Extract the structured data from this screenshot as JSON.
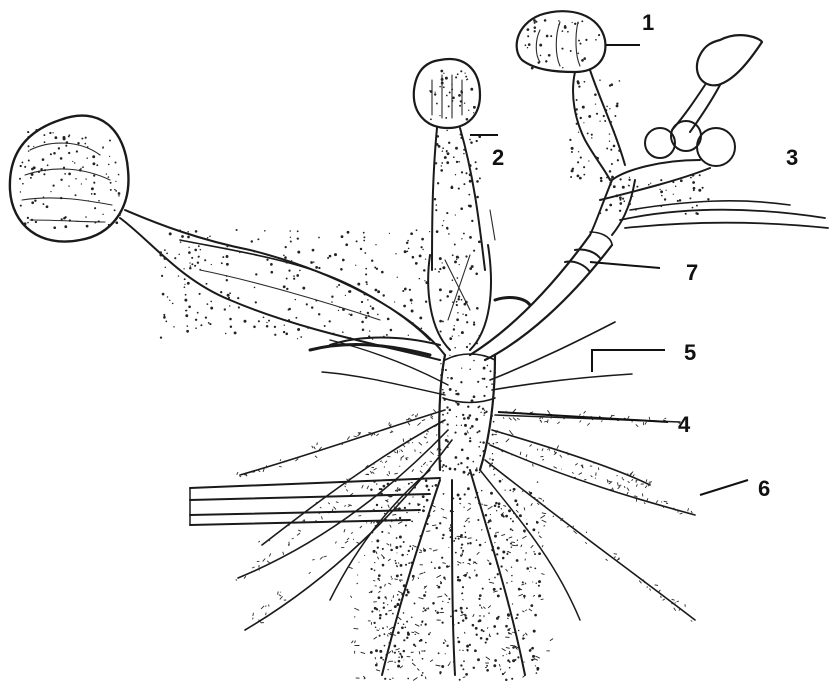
{
  "labels": [
    {
      "id": "1",
      "text": "1"
    },
    {
      "id": "2",
      "text": "2"
    },
    {
      "id": "3",
      "text": "3"
    },
    {
      "id": "4",
      "text": "4"
    },
    {
      "id": "5",
      "text": "5"
    },
    {
      "id": "6",
      "text": "6"
    },
    {
      "id": "7",
      "text": "7"
    }
  ],
  "colors": {
    "ink": "#1a1a1a",
    "paper": "#ffffff"
  }
}
